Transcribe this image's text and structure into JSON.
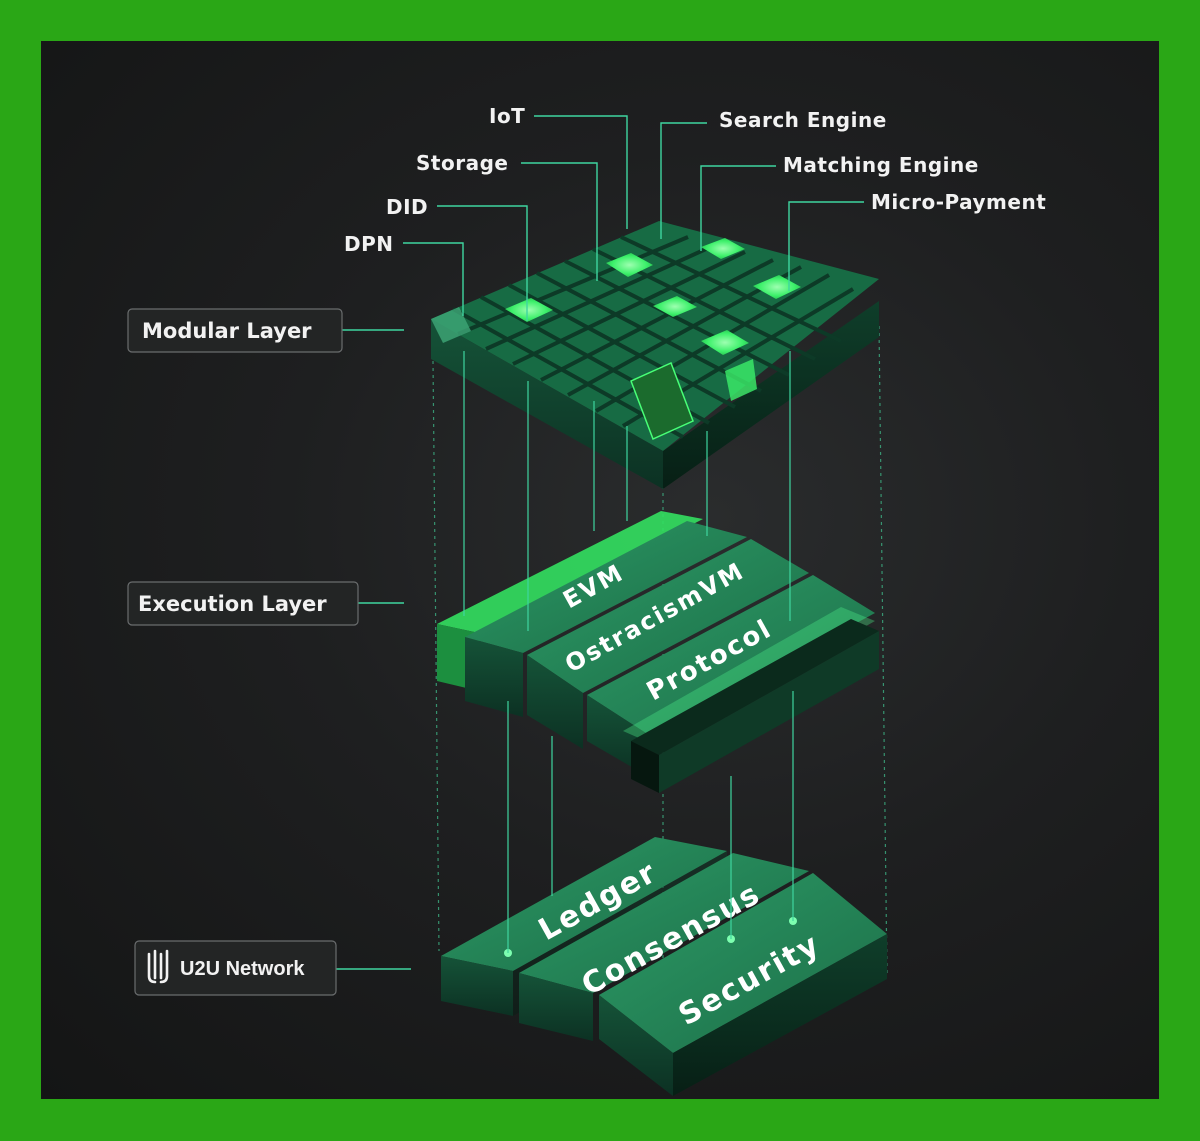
{
  "module_labels": {
    "iot": "IoT",
    "search_engine": "Search Engine",
    "storage": "Storage",
    "matching_engine": "Matching Engine",
    "did": "DID",
    "micro_payment": "Micro-Payment",
    "dpn": "DPN"
  },
  "layers": {
    "modular": "Modular Layer",
    "execution": "Execution Layer",
    "network": "U2U Network"
  },
  "execution_bars": {
    "evm": "EVM",
    "ostracism_vm": "OstracismVM",
    "protocol": "Protocol"
  },
  "base_bars": {
    "ledger": "Ledger",
    "consensus": "Consensus",
    "security": "Security"
  },
  "colors": {
    "frame_green": "#2aa716",
    "background": "#1e1f20",
    "block_green": "#1f7a4f",
    "highlight_green": "#3cf06a",
    "connector_line": "#3fd6a0"
  },
  "logo": {
    "icon": "u2u-logo-icon"
  }
}
